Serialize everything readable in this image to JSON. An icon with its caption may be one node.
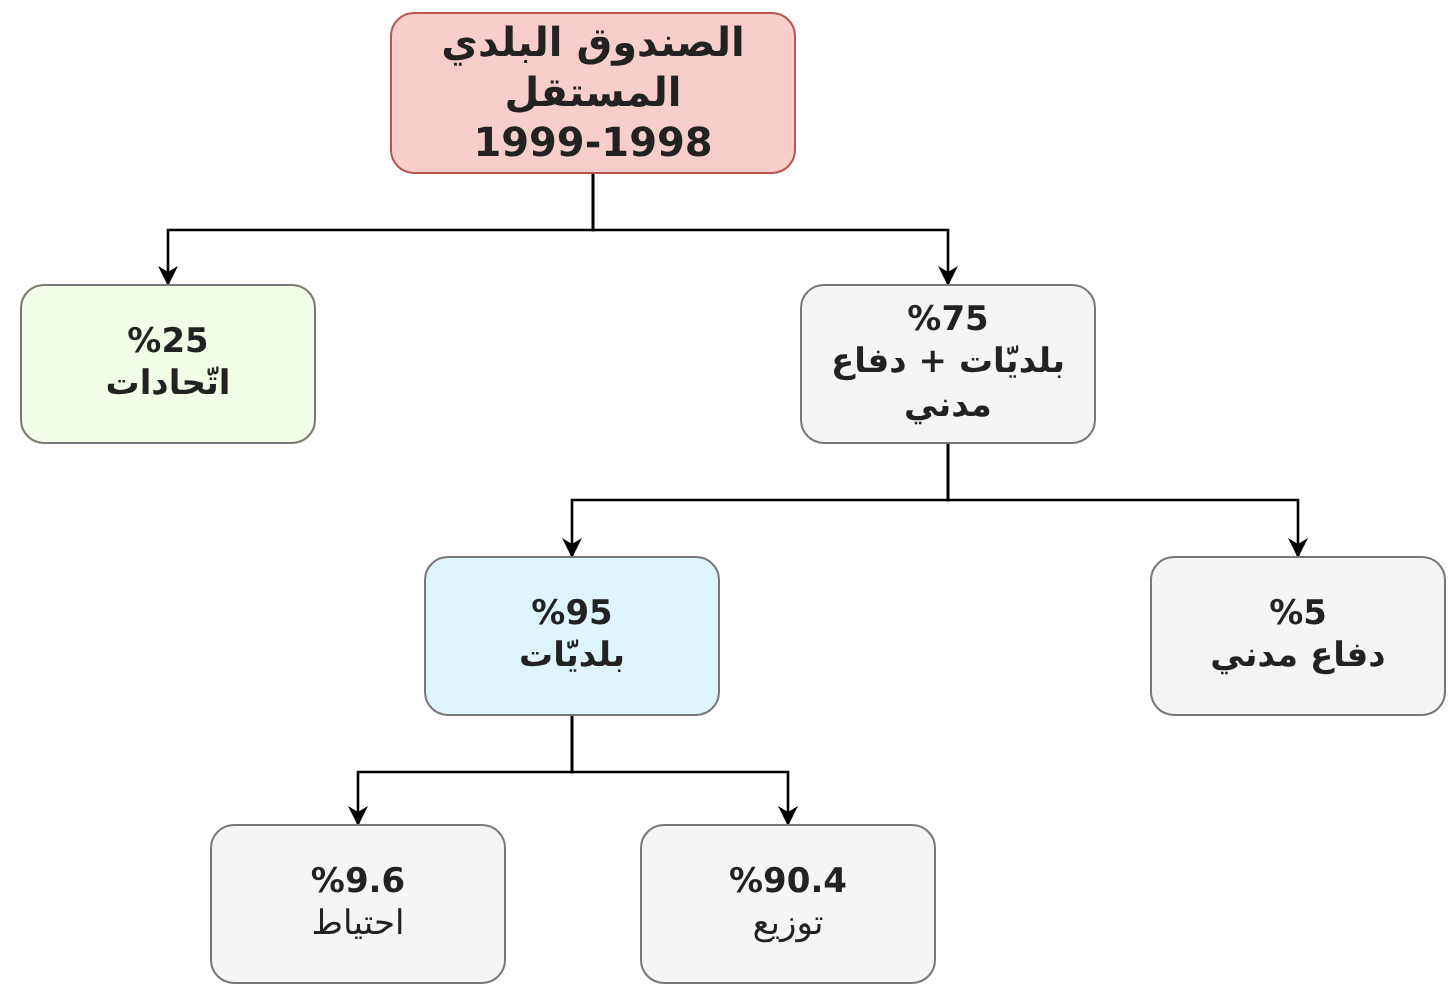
{
  "diagram": {
    "nodes": [
      {
        "text": [
          "الصندوق البلدي المستقل",
          "1999-1998"
        ]
      },
      {
        "text": [
          "%25",
          "اتّحادات"
        ]
      },
      {
        "text": [
          "%75",
          "بلديّات + دفاع مدني"
        ]
      },
      {
        "text": [
          "%95",
          "بلديّات"
        ]
      },
      {
        "text": [
          "%5",
          "دفاع مدني"
        ]
      },
      {
        "text": [
          "%9.6",
          "احتياط"
        ]
      },
      {
        "text": [
          "%90.4",
          "توزيع"
        ]
      }
    ],
    "edges": [
      {
        "from": 0,
        "to": 1,
        "arrow": "to"
      },
      {
        "from": 0,
        "to": 2,
        "arrow": "to"
      },
      {
        "from": 2,
        "to": 3,
        "arrow": "to"
      },
      {
        "from": 2,
        "to": 4,
        "arrow": "to"
      },
      {
        "from": 3,
        "to": 5,
        "arrow": "to"
      },
      {
        "from": 3,
        "to": 6,
        "arrow": "to"
      }
    ]
  }
}
